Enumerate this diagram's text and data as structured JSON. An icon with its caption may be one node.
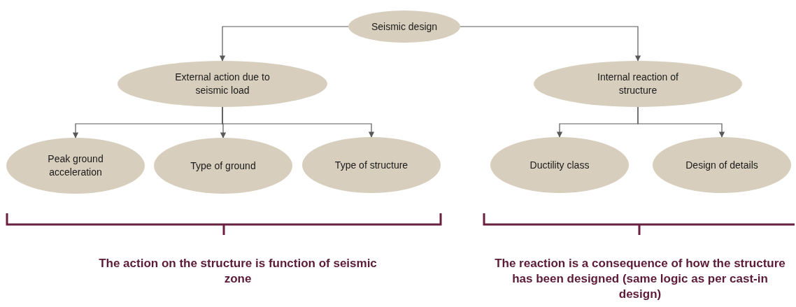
{
  "diagram": {
    "nodes": [
      {
        "text": [
          "Seismic design"
        ]
      },
      {
        "text": [
          "External action due to seismic load"
        ]
      },
      {
        "text": [
          "Internal reaction of structure"
        ]
      },
      {
        "text": [
          "Peak ground acceleration"
        ]
      },
      {
        "text": [
          "Type of ground"
        ]
      },
      {
        "text": [
          "Type of structure"
        ]
      },
      {
        "text": [
          "Ductility class"
        ]
      },
      {
        "text": [
          "Design of details"
        ]
      }
    ],
    "edges": [
      {
        "from": 0,
        "to": 1,
        "arrow": "to"
      },
      {
        "from": 0,
        "to": 2,
        "arrow": "to"
      },
      {
        "from": 1,
        "to": 3,
        "arrow": "to"
      },
      {
        "from": 1,
        "to": 4,
        "arrow": "to"
      },
      {
        "from": 1,
        "to": 5,
        "arrow": "to"
      },
      {
        "from": 2,
        "to": 6,
        "arrow": "to"
      },
      {
        "from": 2,
        "to": 7,
        "arrow": "to"
      }
    ],
    "labels": [
      "The action on the structure is function of seismic zone",
      "The reaction is a consequence of how the structure has been designed (same logic as per cast-in design)"
    ]
  }
}
